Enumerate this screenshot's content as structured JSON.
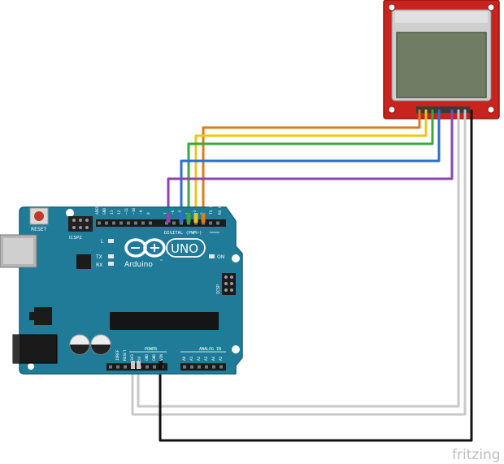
{
  "board": {
    "reset_label": "RESET",
    "icsp2_label": "ICSP2",
    "icsp_label": "ICSP",
    "aref_label": "AREF",
    "gnd_label": "GND",
    "digital_label": "DIGITAL (PWM~)",
    "digital_pins": [
      "13",
      "12",
      "~11",
      "~10",
      "~9",
      "8",
      "7",
      "~6",
      "~5",
      "4",
      "~3",
      "2",
      "TX 1",
      "RX 0"
    ],
    "led_l": "L",
    "led_tx": "TX",
    "led_rx": "RX",
    "led_on": "ON",
    "uno_label": "UNO",
    "brand": "Arduino",
    "tm": "™",
    "power_label": "POWER",
    "power_pins": [
      "IOREF",
      "RESET",
      "3V3",
      "5V",
      "GND",
      "GND",
      "VIN"
    ],
    "analog_label": "ANALOG IN",
    "analog_pins": [
      "A0",
      "A1",
      "A2",
      "A3",
      "A4",
      "A5"
    ]
  },
  "watermark": "fritzing",
  "colors": {
    "board": "#1f7b98",
    "board_dark": "#17627a",
    "reset_button": "#c0392b",
    "lcd_pcb": "#c8231f",
    "lcd_screen": "#6f7d65",
    "wire_orange": "#e07a14",
    "wire_yellow": "#e8c81a",
    "wire_green": "#3aa83a",
    "wire_blue": "#2b6fd6",
    "wire_purple": "#8e44ad",
    "wire_white": "#bdbdbd",
    "wire_black": "#111111"
  }
}
